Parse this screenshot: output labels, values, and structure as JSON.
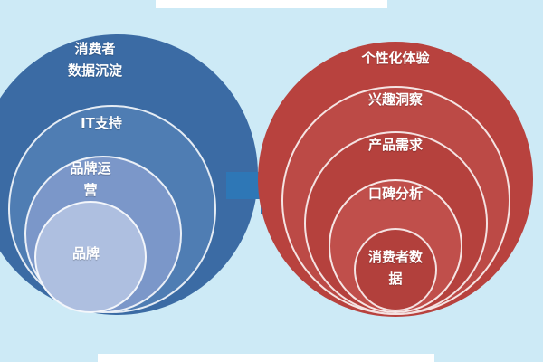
{
  "diagram": {
    "background_color": "#cdeaf6",
    "arrow": {
      "direction": "right",
      "color": "#2e77b6"
    },
    "left_nest": {
      "theme_color": "#3b6ba4",
      "ring_colors": [
        "#3b6ba4",
        "#4f7db3",
        "#7b97c9",
        "#aebfe0"
      ],
      "rings": [
        {
          "label": "消费者\n数据沉淀"
        },
        {
          "label": "IT支持"
        },
        {
          "label": "品牌运\n营"
        },
        {
          "label": "品牌"
        }
      ]
    },
    "right_nest": {
      "theme_color": "#b8423e",
      "ring_colors": [
        "#b8423e",
        "#bc4a46",
        "#b5413d",
        "#c04f4b",
        "#b2403c"
      ],
      "rings": [
        {
          "label": "个性化体验"
        },
        {
          "label": "兴趣洞察"
        },
        {
          "label": "产品需求"
        },
        {
          "label": "口碑分析"
        },
        {
          "label": "消费者数\n据"
        }
      ]
    }
  }
}
